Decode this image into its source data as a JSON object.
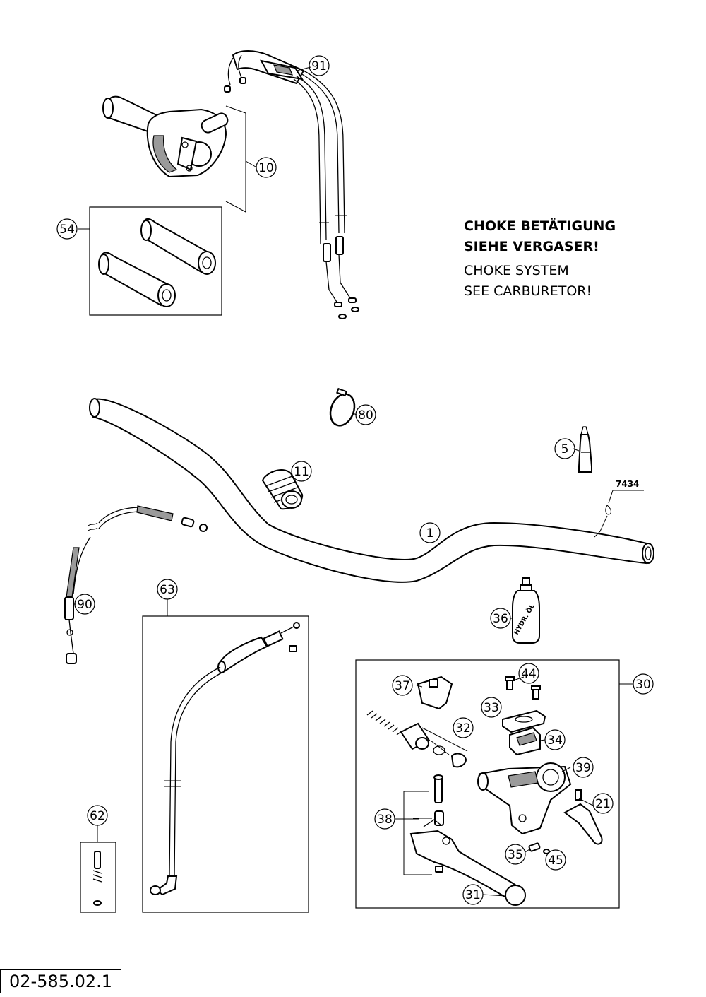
{
  "notes": {
    "de_line1": "CHOKE BETÄTIGUNG",
    "de_line2": "SIEHE VERGASER!",
    "en_line1": "CHOKE SYSTEM",
    "en_line2": "SEE CARBURETOR!"
  },
  "callouts": {
    "c91": "91",
    "c10": "10",
    "c54": "54",
    "c80": "80",
    "c5": "5",
    "c11": "11",
    "c1": "1",
    "c90": "90",
    "c63": "63",
    "c36": "36",
    "c30": "30",
    "c44": "44",
    "c37": "37",
    "c33": "33",
    "c32": "32",
    "c34": "34",
    "c39": "39",
    "c21": "21",
    "c38": "38",
    "c35": "35",
    "c45": "45",
    "c31": "31",
    "c62": "62"
  },
  "reference": "7434",
  "bottle_label": "HYDR. ÖL",
  "document_number": "02-585.02.1"
}
